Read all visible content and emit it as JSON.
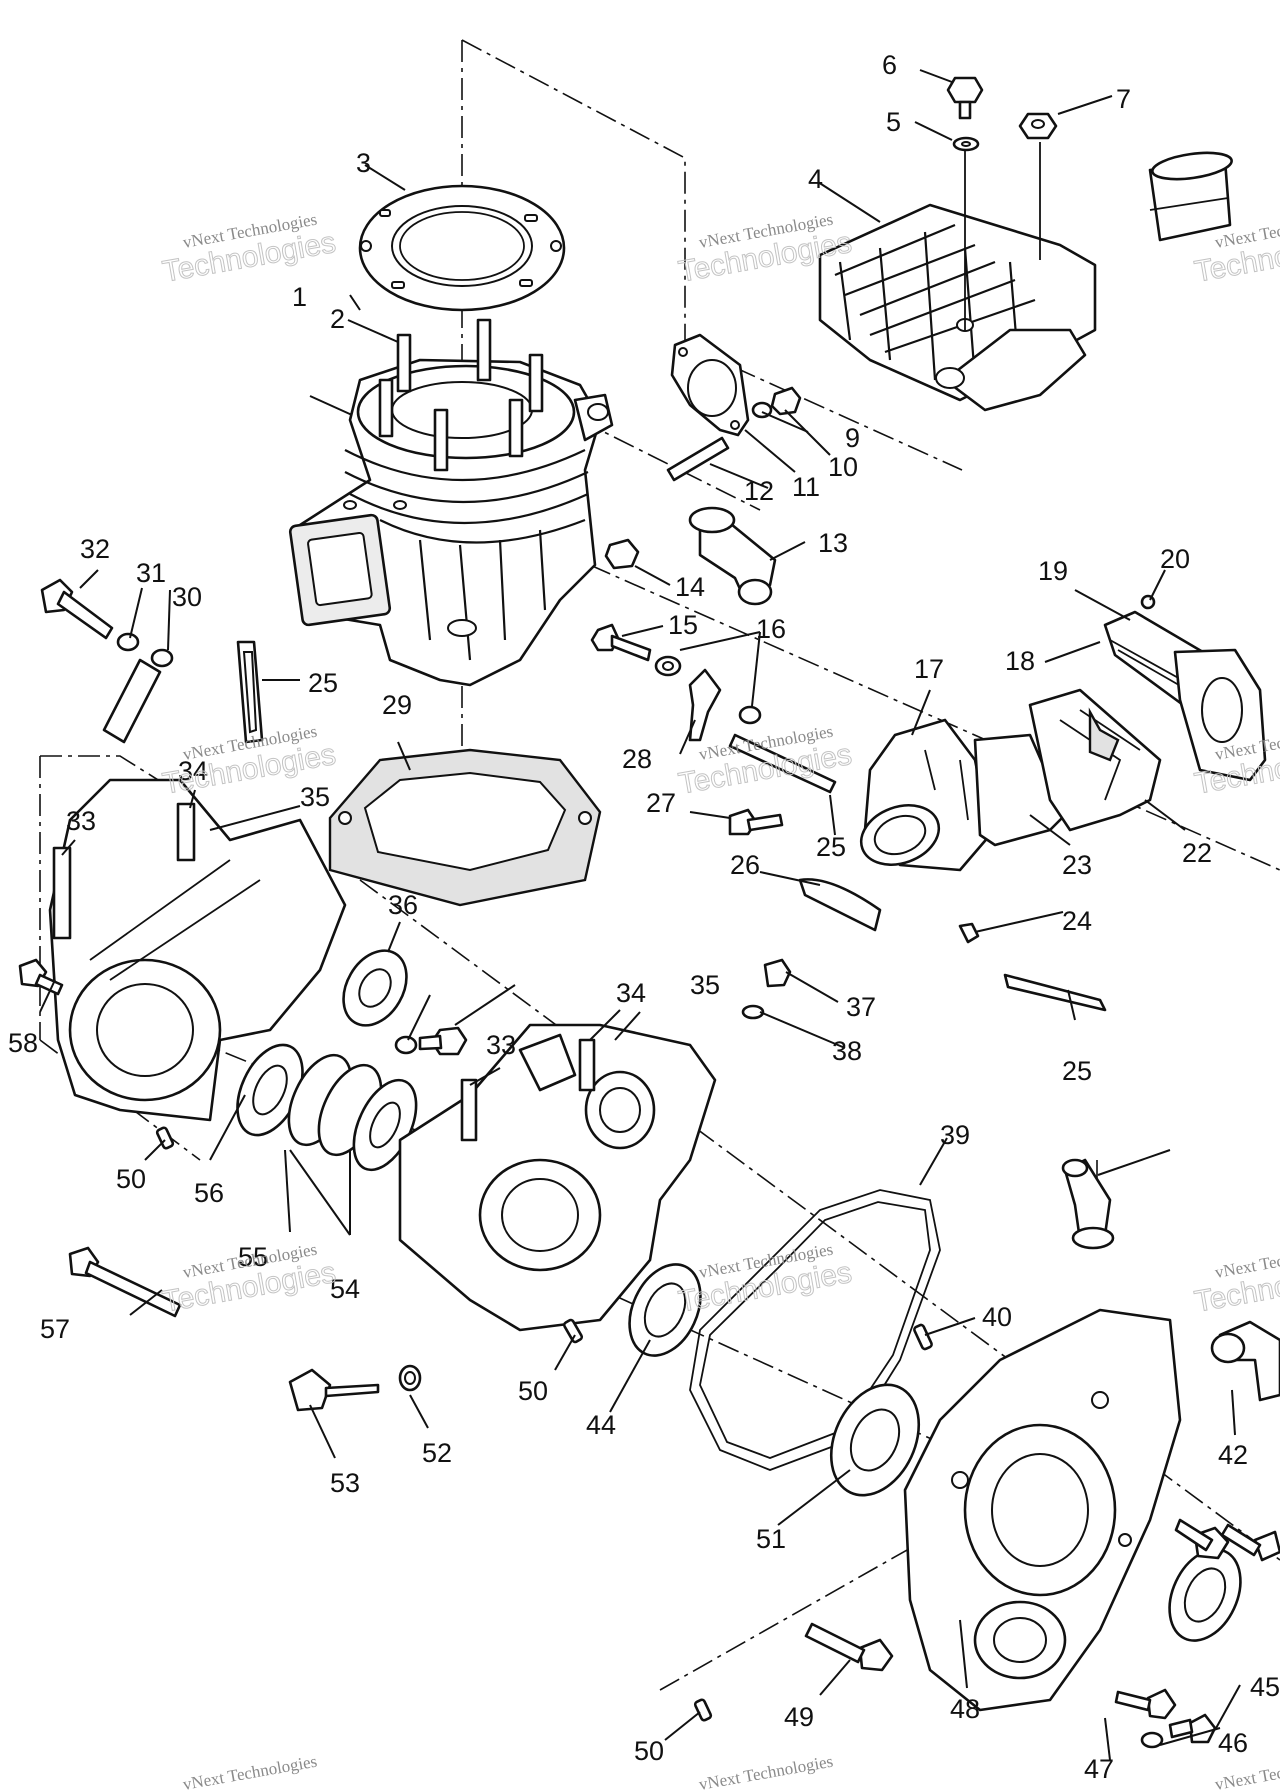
{
  "watermark": {
    "line1": "vNext Technologies",
    "line2": "Technologies"
  },
  "callouts": [
    "1",
    "2",
    "3",
    "4",
    "5",
    "6",
    "7",
    "9",
    "10",
    "11",
    "12",
    "13",
    "14",
    "15",
    "16",
    "17",
    "18",
    "19",
    "20",
    "22",
    "23",
    "24",
    "25",
    "26",
    "27",
    "28",
    "29",
    "30",
    "31",
    "32",
    "33",
    "34",
    "35",
    "36",
    "37",
    "38",
    "39",
    "40",
    "42",
    "44",
    "45",
    "46",
    "47",
    "48",
    "49",
    "50",
    "51",
    "52",
    "53",
    "54",
    "55",
    "56",
    "57",
    "58"
  ]
}
